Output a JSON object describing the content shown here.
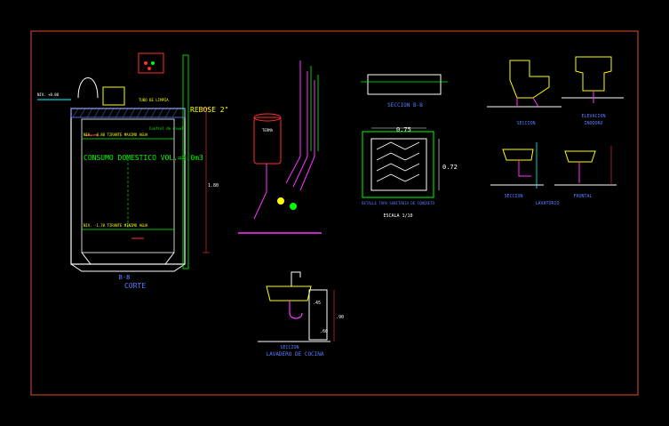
{
  "colors": {
    "background": "#000000",
    "frame": "#e0502a",
    "structure": "#ffffff",
    "water_line": "#00ff00",
    "label_yellow": "#ffff00",
    "label_cyan": "#00ffff",
    "label_blue": "#5a7dff",
    "accent_magenta": "#ff33ff",
    "accent_red": "#ff3030"
  },
  "tank_section": {
    "rebose_label": "REBOSE 2\"",
    "volume_label": "CONSUMO DOMESTICO VOL.=4.0m3",
    "max_level": "NIV. -0.80 TIRANTE MAXIMO AGUA",
    "min_level": "NIV. -1.70 TIRANTE MINIMO AGUA",
    "small_label_1": "NIV. +0.80",
    "small_label_2": "Control de nivel",
    "small_label_3": "TUBO DE LIMPIA",
    "dim_vertical": "1.80",
    "title_top": "B-B",
    "title": "CORTE"
  },
  "heater": {
    "label": "TERMA"
  },
  "section_bb": {
    "title": "SECCION B-B",
    "dim_top": "0.75",
    "dim_side": "0.72",
    "note": "DETALLE TAPA SANITARIA DE CONCRETO",
    "scale": "ESCALA 1/10"
  },
  "toilet": {
    "section_title": "SECCION",
    "elevation_title": "ELEVACION",
    "elevation_subtitle": "INODORO"
  },
  "lavatory": {
    "section_title": "SECCION",
    "front_title": "FRONTAL",
    "group_title": "LAVATORIO"
  },
  "kitchen_sink": {
    "section_title": "SECCION",
    "title": "LAVADERO DE COCINA",
    "dim_1": ".45",
    "dim_2": ".90",
    "dim_3": ".60"
  }
}
